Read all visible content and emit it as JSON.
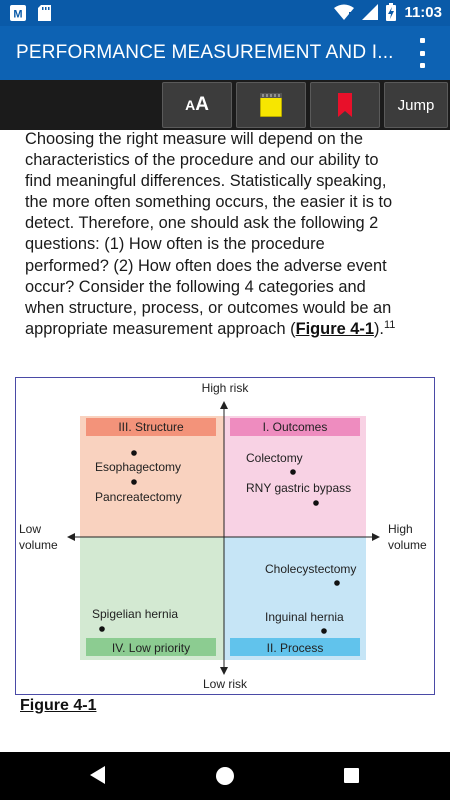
{
  "status_bar": {
    "time": "11:03",
    "icons": [
      "notification-m-icon",
      "sd-card-icon",
      "wifi-icon",
      "cellular-signal-icon",
      "battery-charging-icon"
    ]
  },
  "app_bar": {
    "title": "PERFORMANCE MEASUREMENT AND I...",
    "menu_icon": "overflow-menu-icon"
  },
  "toolbar": {
    "font_size_label_small": "A",
    "font_size_label_large": "A",
    "note_icon": "sticky-note-icon",
    "bookmark_icon": "bookmark-icon",
    "jump_label": "Jump"
  },
  "content": {
    "paragraph_lines": [
      "Choosing the right measure will depend on the",
      "characteristics of the procedure and our ability to",
      "find meaningful differences. Statistically speaking,",
      "the more often something occurs, the easier it is to",
      "detect. Therefore, one should ask the following 2",
      "questions: (1) How often is the procedure",
      "performed? (2) How often does the adverse event",
      "occur? Consider the following 4 categories and",
      "when structure, process, or outcomes would be an"
    ],
    "last_line_prefix": "appropriate measurement approach (",
    "figure_ref": "Figure 4-1",
    "last_line_suffix": ").",
    "citation": "11",
    "figure_caption": "Figure 4-1"
  },
  "figure": {
    "axis_top": "High risk",
    "axis_bottom": "Low risk",
    "axis_left_1": "Low",
    "axis_left_2": "volume",
    "axis_right_1": "High",
    "axis_right_2": "volume",
    "q_structure": "III. Structure",
    "q_outcomes": "I. Outcomes",
    "q_low_priority": "IV. Low priority",
    "q_process": "II. Process",
    "p_esophagectomy": "Esophagectomy",
    "p_pancreatectomy": "Pancreatectomy",
    "p_colectomy": "Colectomy",
    "p_rny": "RNY gastric bypass",
    "p_cholecystectomy": "Cholecystectomy",
    "p_inguinal": "Inguinal hernia",
    "p_spigelian": "Spigelian hernia",
    "colors": {
      "structure_bg": "#f9d2bf",
      "structure_label": "#f3937a",
      "outcomes_bg": "#f8d2e4",
      "outcomes_label": "#ee8cbf",
      "low_priority_bg": "#d3e9d2",
      "low_priority_label": "#8ccc91",
      "process_bg": "#c6e5f6",
      "process_label": "#61c3ec"
    }
  }
}
